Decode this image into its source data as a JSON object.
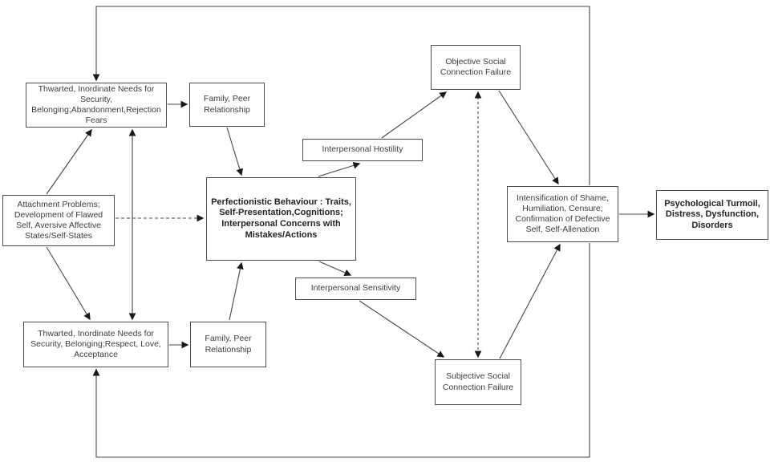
{
  "colors": {
    "background": "#ffffff",
    "box_border": "#4d4d4d",
    "line": "#454545",
    "arrowhead": "#1a1a1a",
    "text": "#3c3c3c",
    "bold_text": "#222222"
  },
  "nodes": {
    "needs_top": {
      "label": "Thwarted, Inordinate Needs for\nSecurity,\nBelonging;Abandonment,Rejection\nFears"
    },
    "family_top": {
      "label": "Family, Peer\nRelationship"
    },
    "attachment": {
      "label": "Attachment Problems;\nDevelopment of Flawed\nSelf, Aversive Affective\nStates/Self-States"
    },
    "needs_bottom": {
      "label": "Thwarted, Inordinate Needs for\nSecurity, Belonging;Respect, Love,\nAcceptance"
    },
    "family_bottom": {
      "label": "Family, Peer\nRelationship"
    },
    "perfectionistic": {
      "label": "Perfectionistic Behaviour : Traits,\nSelf-Presentation,Cognitions;\nInterpersonal Concerns with\nMistakes/Actions"
    },
    "hostility": {
      "label": "Interpersonal Hostility"
    },
    "sensitivity": {
      "label": "Interpersonal Sensitivity"
    },
    "objective": {
      "label": "Objective Social\nConnection Failure"
    },
    "subjective": {
      "label": "Subjective Social\nConnection Failure"
    },
    "intensification": {
      "label": "Intensification of Shame,\nHumiliation, Censure;\nConfirmation of Defective\nSelf, Self-Allenation"
    },
    "psychological": {
      "label": "Psychological Turmoil,\nDistress, Dysfunction,\nDisorders"
    }
  },
  "edges": [
    {
      "from": "intensification",
      "to": "needs_top",
      "style": "solid",
      "bidirectional": false,
      "via": "outer-loop-top"
    },
    {
      "from": "intensification",
      "to": "needs_bottom",
      "style": "solid",
      "bidirectional": false,
      "via": "outer-loop-bottom"
    },
    {
      "from": "needs_top",
      "to": "family_top",
      "style": "solid",
      "bidirectional": false
    },
    {
      "from": "family_top",
      "to": "perfectionistic",
      "style": "solid",
      "bidirectional": false
    },
    {
      "from": "attachment",
      "to": "needs_top",
      "style": "solid",
      "bidirectional": false
    },
    {
      "from": "attachment",
      "to": "needs_bottom",
      "style": "solid",
      "bidirectional": false
    },
    {
      "from": "needs_top",
      "to": "needs_bottom",
      "style": "solid",
      "bidirectional": true
    },
    {
      "from": "attachment",
      "to": "perfectionistic",
      "style": "dashed",
      "bidirectional": false
    },
    {
      "from": "needs_bottom",
      "to": "family_bottom",
      "style": "solid",
      "bidirectional": false
    },
    {
      "from": "family_bottom",
      "to": "perfectionistic",
      "style": "solid",
      "bidirectional": false
    },
    {
      "from": "perfectionistic",
      "to": "hostility",
      "style": "solid",
      "bidirectional": false
    },
    {
      "from": "hostility",
      "to": "objective",
      "style": "solid",
      "bidirectional": false
    },
    {
      "from": "perfectionistic",
      "to": "sensitivity",
      "style": "solid",
      "bidirectional": false
    },
    {
      "from": "sensitivity",
      "to": "subjective",
      "style": "solid",
      "bidirectional": false
    },
    {
      "from": "objective",
      "to": "subjective",
      "style": "dashed",
      "bidirectional": true
    },
    {
      "from": "objective",
      "to": "intensification",
      "style": "solid",
      "bidirectional": false
    },
    {
      "from": "subjective",
      "to": "intensification",
      "style": "solid",
      "bidirectional": false
    },
    {
      "from": "intensification",
      "to": "psychological",
      "style": "solid",
      "bidirectional": false
    }
  ]
}
